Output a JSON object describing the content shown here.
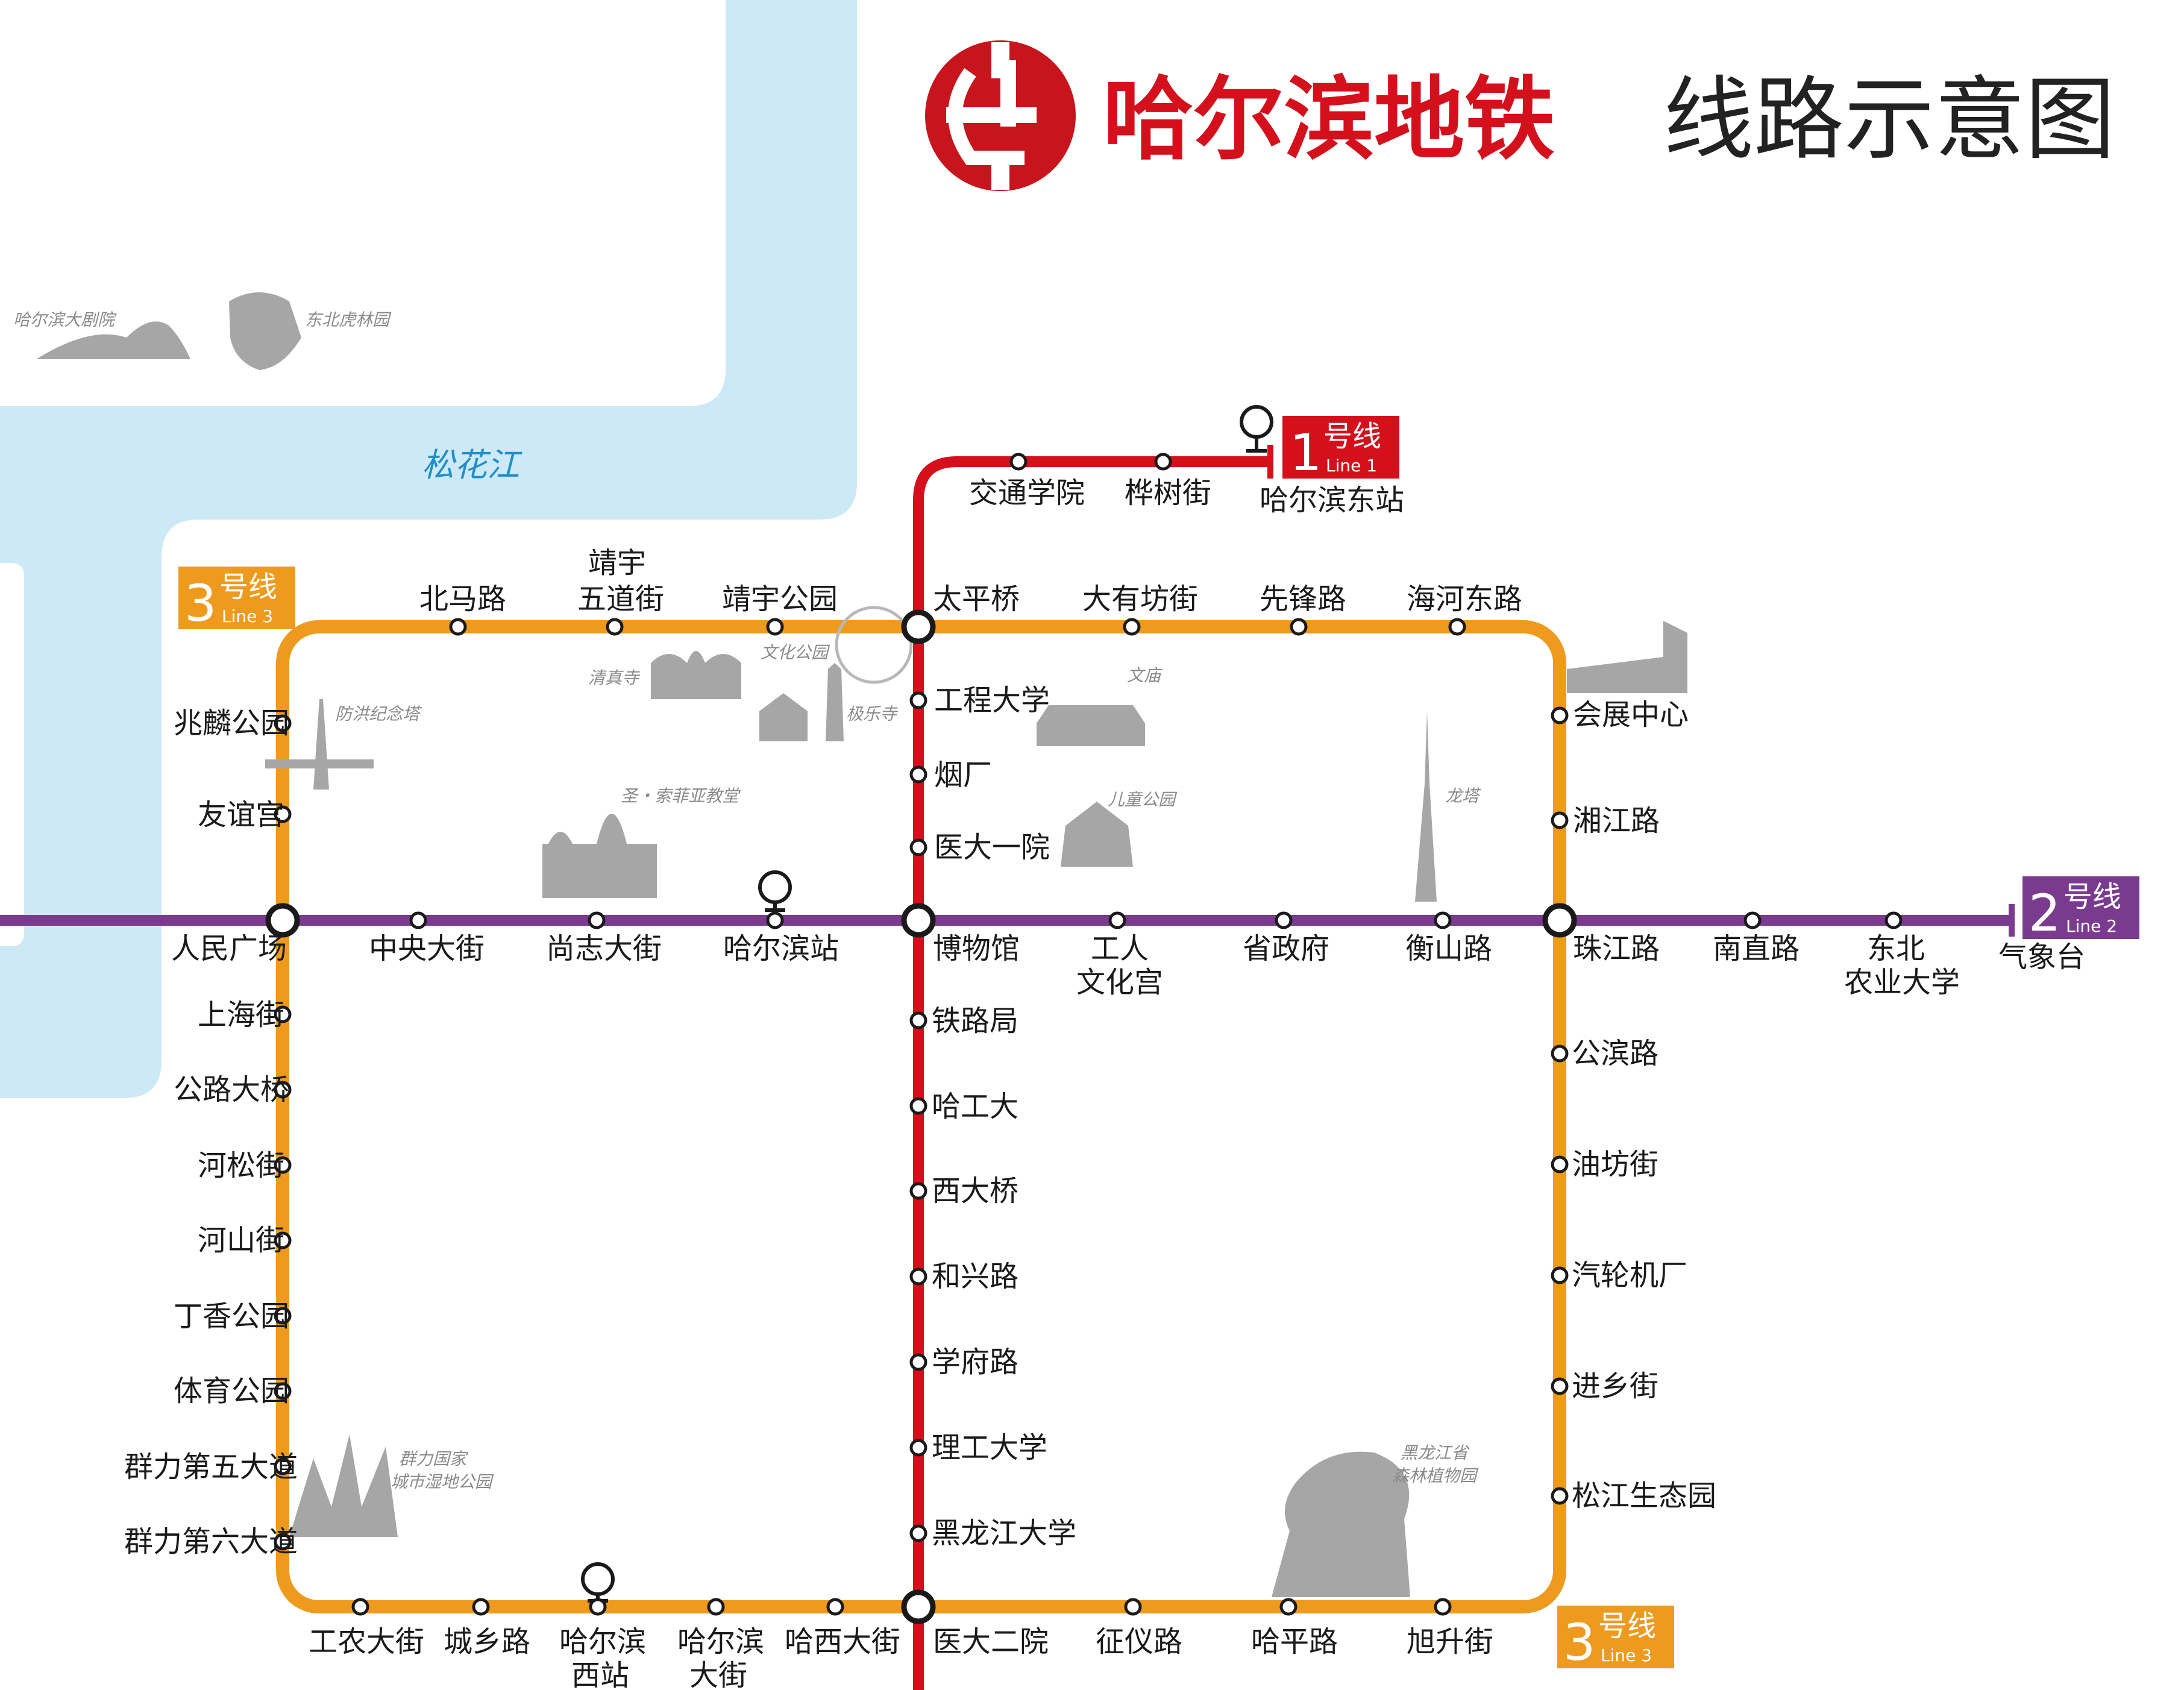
{
  "title": {
    "red": "哈尔滨地铁",
    "black": "线路示意图"
  },
  "colors": {
    "line1": "#d4101c",
    "line2": "#7a3b8f",
    "line3": "#ee9a1f",
    "river": "#cde9f6",
    "logo": "#c8141c"
  },
  "river_name": "松花江",
  "badges": {
    "line1": {
      "num": "1",
      "zh": "号线",
      "en": "Line 1"
    },
    "line2": {
      "num": "2",
      "zh": "号线",
      "en": "Line 2"
    },
    "line3_top": {
      "num": "3",
      "zh": "号线",
      "en": "Line 3"
    },
    "line3_bottom": {
      "num": "3",
      "zh": "号线",
      "en": "Line 3"
    }
  },
  "stations": {
    "s01": "交通学院",
    "s02": "桦树街",
    "s03": "哈尔滨东站",
    "s04": "北马路",
    "s05a": "靖宇",
    "s05b": "五道街",
    "s06": "靖宇公园",
    "s07": "太平桥",
    "s08": "大有坊街",
    "s09": "先锋路",
    "s10": "海河东路",
    "s11": "兆麟公园",
    "s12": "友谊宫",
    "s13": "人民广场",
    "s14": "中央大街",
    "s15": "尚志大街",
    "s16": "哈尔滨站",
    "s17": "博物馆",
    "s18a": "工人",
    "s18b": "文化宫",
    "s19": "省政府",
    "s20": "衡山路",
    "s21": "珠江路",
    "s22": "南直路",
    "s23a": "东北",
    "s23b": "农业大学",
    "s24": "气象台",
    "s25": "工程大学",
    "s26": "烟厂",
    "s27": "医大一院",
    "s28": "会展中心",
    "s29": "湘江路",
    "s30": "上海街",
    "s31": "公路大桥",
    "s32": "河松街",
    "s33": "河山街",
    "s34": "丁香公园",
    "s35": "体育公园",
    "s36": "群力第五大道",
    "s37": "群力第六大道",
    "s38": "铁路局",
    "s39": "哈工大",
    "s40": "西大桥",
    "s41": "和兴路",
    "s42": "学府路",
    "s43": "理工大学",
    "s44": "黑龙江大学",
    "s45": "公滨路",
    "s46": "油坊街",
    "s47": "汽轮机厂",
    "s48": "进乡街",
    "s49": "松江生态园",
    "s50": "工农大街",
    "s51": "城乡路",
    "s52a": "哈尔滨",
    "s52b": "西站",
    "s53a": "哈尔滨",
    "s53b": "大街",
    "s54": "哈西大街",
    "s55": "医大二院",
    "s56": "征仪路",
    "s57": "哈平路",
    "s58": "旭升街"
  },
  "landmarks": {
    "l01": "哈尔滨大剧院",
    "l02": "东北虎林园",
    "l03": "防洪纪念塔",
    "l04": "清真寺",
    "l05": "文化公园",
    "l06": "极乐寺",
    "l07": "文庙",
    "l08": "圣・索菲亚教堂",
    "l09": "儿童公园",
    "l10": "龙塔",
    "l11a": "群力国家",
    "l11b": "城市湿地公园",
    "l12a": "黑龙江省",
    "l12b": "森林植物园"
  },
  "icons": [
    "railway-station-icon",
    "metro-logo-icon",
    "theater-icon",
    "tiger-icon",
    "tower-icon",
    "mosque-icon",
    "ferris-wheel-icon",
    "pagoda-icon",
    "temple-icon",
    "cathedral-icon",
    "carousel-icon",
    "tv-tower-icon",
    "reeds-icon",
    "trees-icon",
    "exhibition-center-icon"
  ]
}
